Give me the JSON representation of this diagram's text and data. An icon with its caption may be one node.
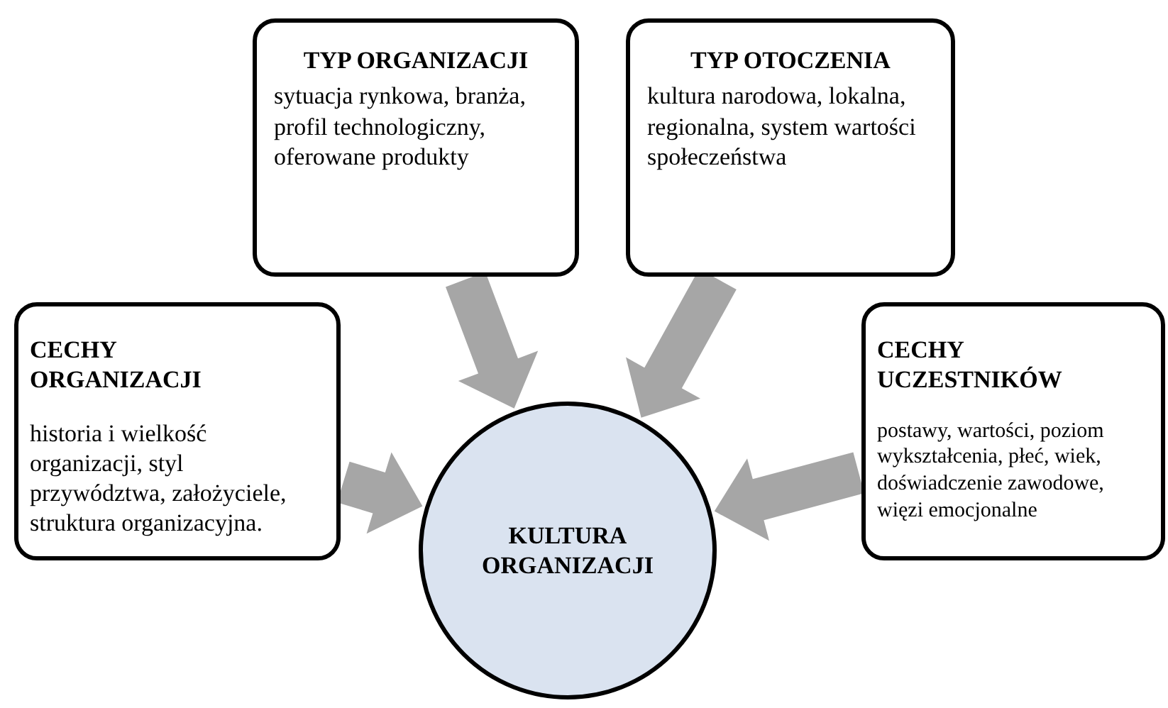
{
  "diagram": {
    "nodes": [
      {
        "text": [
          "TYP ORGANIZACJI",
          "sytuacja rynkowa, branża, profil technologiczny, oferowane produkty"
        ]
      },
      {
        "text": [
          "TYP OTOCZENIA",
          "kultura narodowa, lokalna, regionalna, system wartości społeczeństwa"
        ]
      },
      {
        "text": [
          "CECHY ORGANIZACJI",
          "historia i wielkość organizacji, styl przywództwa, założyciele, struktura organizacyjna."
        ]
      },
      {
        "text": [
          "CECHY UCZESTNIKÓW",
          "postawy, wartości, poziom wykształcenia, płeć, wiek, doświadczenie zawodowe, więzi emocjonalne"
        ]
      },
      {
        "text": [
          "KULTURA ORGANIZACJI"
        ]
      }
    ],
    "edges": [
      {
        "from": 0,
        "to": 4,
        "arrow": "to",
        "style": "thick"
      },
      {
        "from": 1,
        "to": 4,
        "arrow": "to",
        "style": "thick"
      },
      {
        "from": 2,
        "to": 4,
        "arrow": "to",
        "style": "thick"
      },
      {
        "from": 3,
        "to": 4,
        "arrow": "to",
        "style": "thick"
      }
    ]
  }
}
